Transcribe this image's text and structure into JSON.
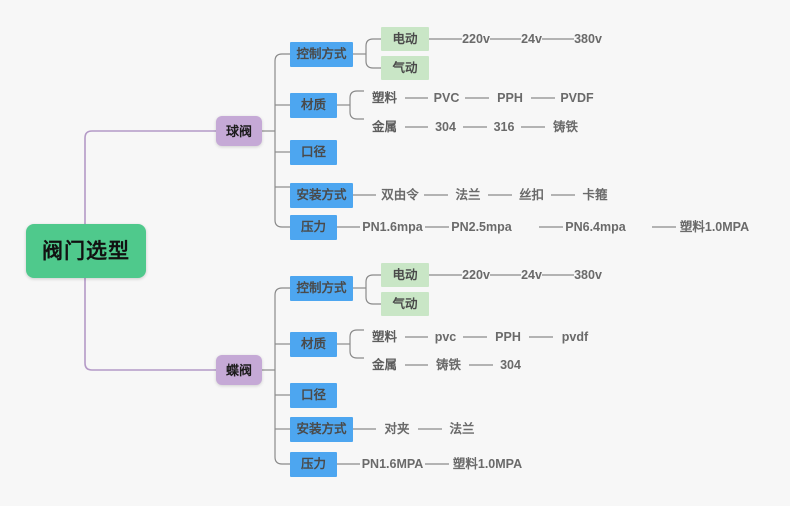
{
  "diagram": {
    "title": "阀门选型",
    "type": "mind-map",
    "background": "#f7f7f7",
    "colors": {
      "root": "#4fc98c",
      "valve": "#c5a9d6",
      "attribute": "#4da6f0",
      "drive": "#c9e6c6",
      "root_edge": "#b49ac7",
      "edge": "#8a8a8a",
      "leaf_text": "#6a6a6a"
    }
  },
  "nodes": {
    "root": {
      "label": "阀门选型"
    },
    "ball": {
      "label": "球阀",
      "attributes": [
        {
          "label": "控制方式",
          "children": [
            {
              "label": "电动",
              "boxed": true,
              "chain": [
                "220v",
                "24v",
                "380v"
              ]
            },
            {
              "label": "气动",
              "boxed": true,
              "chain": []
            }
          ]
        },
        {
          "label": "材质",
          "children": [
            {
              "label": "塑料",
              "boxed": false,
              "chain": [
                "PVC",
                "PPH",
                "PVDF"
              ]
            },
            {
              "label": "金属",
              "boxed": false,
              "chain": [
                "304",
                "316",
                "铸铁"
              ]
            }
          ]
        },
        {
          "label": "口径",
          "children": []
        },
        {
          "label": "安装方式",
          "chain": [
            "双由令",
            "法兰",
            "丝扣",
            "卡箍"
          ]
        },
        {
          "label": "压力",
          "chain": [
            "PN1.6mpa",
            "PN2.5mpa",
            "PN6.4mpa",
            "塑料1.0MPA"
          ]
        }
      ]
    },
    "butterfly": {
      "label": "蝶阀",
      "attributes": [
        {
          "label": "控制方式",
          "children": [
            {
              "label": "电动",
              "boxed": true,
              "chain": [
                "220v",
                "24v",
                "380v"
              ]
            },
            {
              "label": "气动",
              "boxed": true,
              "chain": []
            }
          ]
        },
        {
          "label": "材质",
          "children": [
            {
              "label": "塑料",
              "boxed": false,
              "chain": [
                "pvc",
                "PPH",
                "pvdf"
              ]
            },
            {
              "label": "金属",
              "boxed": false,
              "chain": [
                "铸铁",
                "304"
              ]
            }
          ]
        },
        {
          "label": "口径",
          "children": []
        },
        {
          "label": "安装方式",
          "chain": [
            "对夹",
            "法兰"
          ]
        },
        {
          "label": "压力",
          "chain": [
            "PN1.6MPA",
            "塑料1.0MPA"
          ]
        }
      ]
    }
  },
  "labels": {
    "ball_control": "控制方式",
    "ball_material": "材质",
    "ball_caliber": "口径",
    "ball_install": "安装方式",
    "ball_pressure": "压力",
    "bf_control": "控制方式",
    "bf_material": "材质",
    "bf_caliber": "口径",
    "bf_install": "安装方式",
    "bf_pressure": "压力",
    "electric": "电动",
    "pneumatic": "气动",
    "plastic": "塑料",
    "metal": "金属",
    "ball_e1": "220v",
    "ball_e2": "24v",
    "ball_e3": "380v",
    "ball_p1": "PVC",
    "ball_p2": "PPH",
    "ball_p3": "PVDF",
    "ball_m1": "304",
    "ball_m2": "316",
    "ball_m3": "铸铁",
    "ball_i1": "双由令",
    "ball_i2": "法兰",
    "ball_i3": "丝扣",
    "ball_i4": "卡箍",
    "ball_pr1": "PN1.6mpa",
    "ball_pr2": "PN2.5mpa",
    "ball_pr3": "PN6.4mpa",
    "ball_pr4": "塑料1.0MPA",
    "bf_e1": "220v",
    "bf_e2": "24v",
    "bf_e3": "380v",
    "bf_p1": "pvc",
    "bf_p2": "PPH",
    "bf_p3": "pvdf",
    "bf_m1": "铸铁",
    "bf_m2": "304",
    "bf_i1": "对夹",
    "bf_i2": "法兰",
    "bf_pr1": "PN1.6MPA",
    "bf_pr2": "塑料1.0MPA"
  }
}
